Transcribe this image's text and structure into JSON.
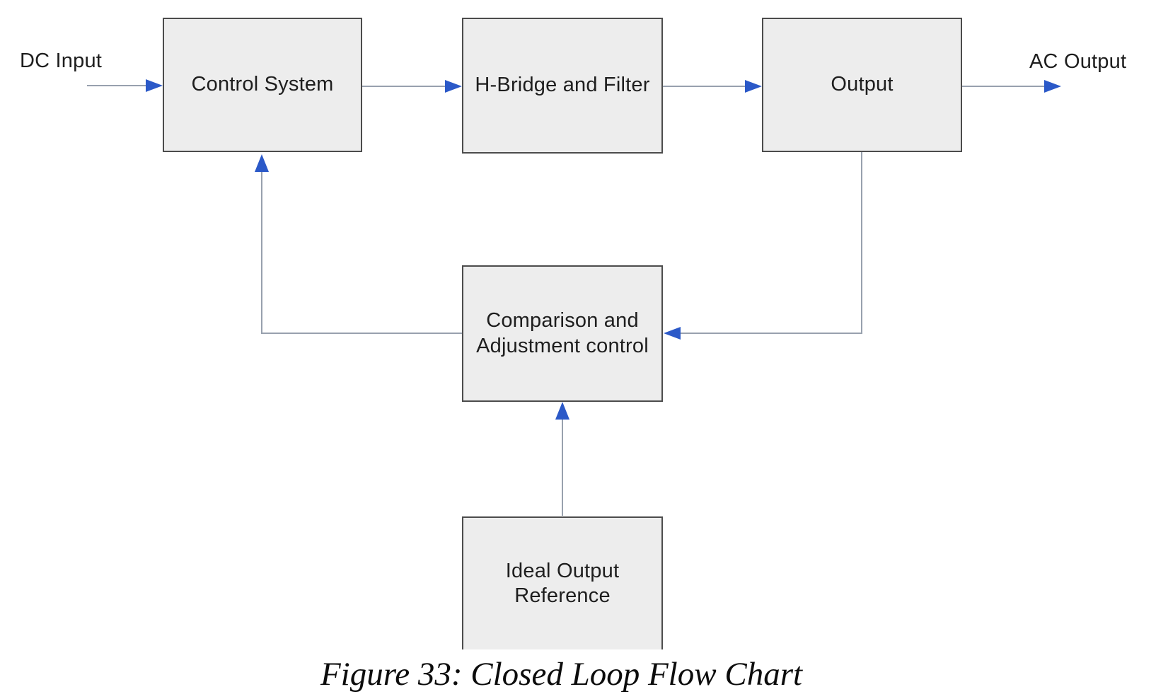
{
  "figure": {
    "caption": "Figure 33: Closed Loop Flow Chart"
  },
  "nodes": {
    "control_system": {
      "label": "Control System"
    },
    "h_bridge": {
      "label": "H-Bridge and Filter"
    },
    "output": {
      "label": "Output"
    },
    "comparison": {
      "label": "Comparison and\nAdjustment control"
    },
    "ideal_reference": {
      "label": "Ideal Output\nReference"
    }
  },
  "labels": {
    "dc_input": "DC Input",
    "ac_output": "AC Output"
  },
  "edges": [
    {
      "from": "dc_input",
      "to": "control_system"
    },
    {
      "from": "control_system",
      "to": "h_bridge"
    },
    {
      "from": "h_bridge",
      "to": "output"
    },
    {
      "from": "output",
      "to": "ac_output"
    },
    {
      "from": "output",
      "to": "comparison"
    },
    {
      "from": "comparison",
      "to": "control_system"
    },
    {
      "from": "ideal_reference",
      "to": "comparison"
    }
  ],
  "colors": {
    "arrow": "#2b59c8",
    "line": "#98a1ae",
    "box_fill": "#ededed",
    "box_border": "#4c4c4c",
    "text": "#1e1e1e"
  }
}
